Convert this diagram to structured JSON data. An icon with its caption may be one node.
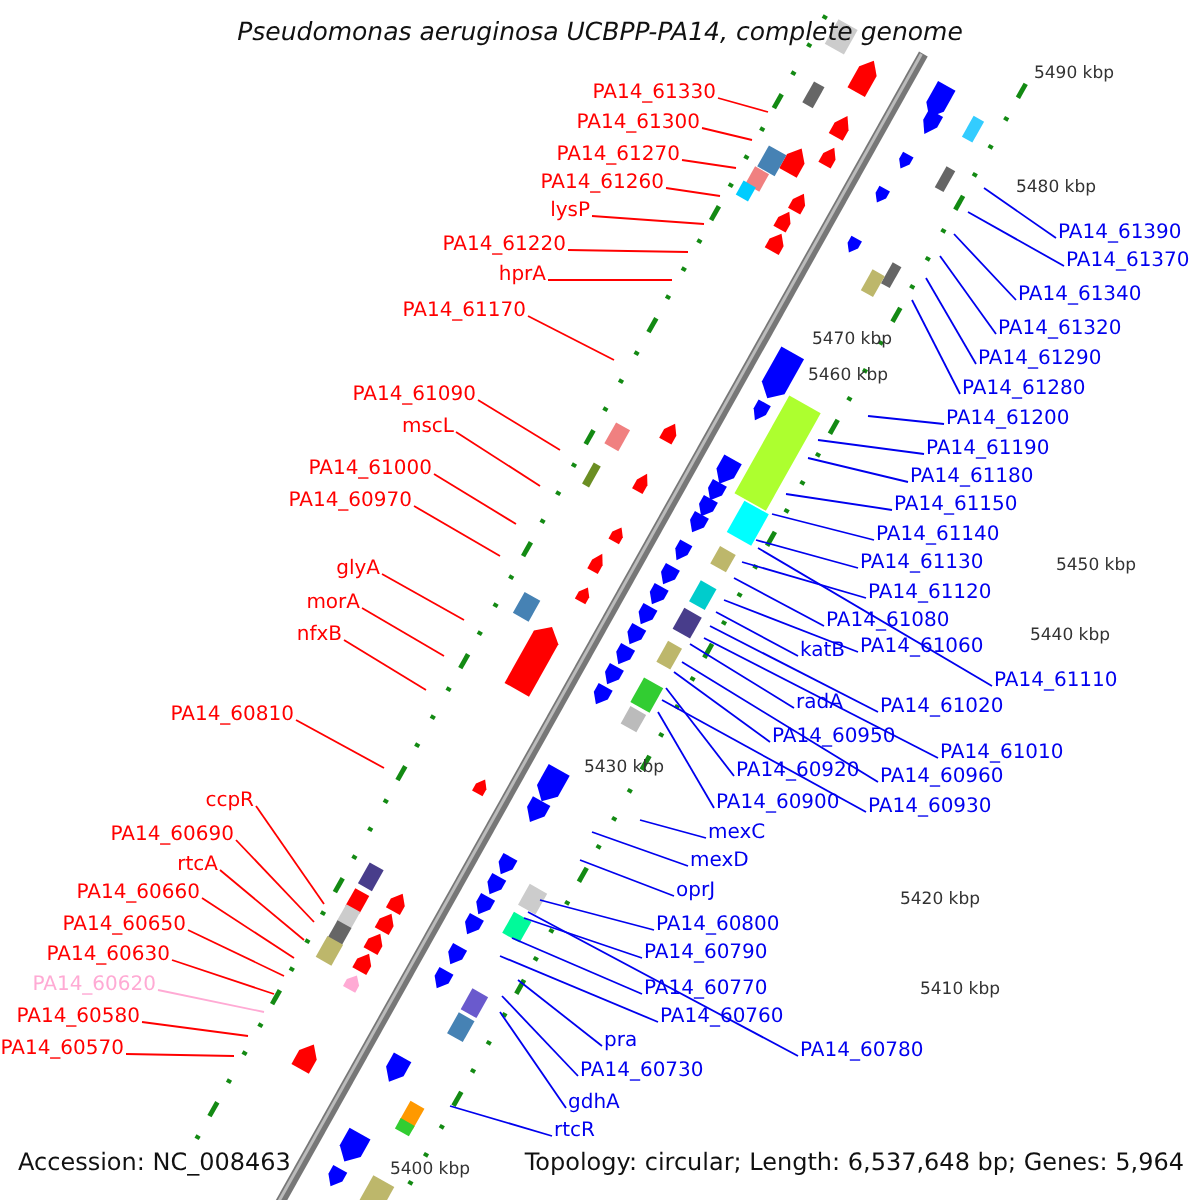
{
  "diagram": {
    "title": "Pseudomonas aeruginosa UCBPP-PA14, complete genome",
    "nodes": [
      {
        "text": [
          "PA14_61330"
        ]
      },
      {
        "text": [
          "PA14_61300"
        ]
      },
      {
        "text": [
          "PA14_61270"
        ]
      },
      {
        "text": [
          "PA14_61260"
        ]
      },
      {
        "text": [
          "lysP"
        ]
      },
      {
        "text": [
          "PA14_61220"
        ]
      },
      {
        "text": [
          "hprA"
        ]
      },
      {
        "text": [
          "PA14_61170"
        ]
      },
      {
        "text": [
          "PA14_61090"
        ]
      },
      {
        "text": [
          "mscL"
        ]
      },
      {
        "text": [
          "PA14_61000"
        ]
      },
      {
        "text": [
          "PA14_60970"
        ]
      },
      {
        "text": [
          "glyA"
        ]
      },
      {
        "text": [
          "morA"
        ]
      },
      {
        "text": [
          "nfxB"
        ]
      },
      {
        "text": [
          "PA14_60810"
        ]
      },
      {
        "text": [
          "ccpR"
        ]
      },
      {
        "text": [
          "PA14_60690"
        ]
      },
      {
        "text": [
          "rtcA"
        ]
      },
      {
        "text": [
          "PA14_60660"
        ]
      },
      {
        "text": [
          "PA14_60650"
        ]
      },
      {
        "text": [
          "PA14_60630"
        ]
      },
      {
        "text": [
          "PA14_60620"
        ]
      },
      {
        "text": [
          "PA14_60580"
        ]
      },
      {
        "text": [
          "PA14_60570"
        ]
      },
      {
        "text": [
          "PA14_61390"
        ]
      },
      {
        "text": [
          "PA14_61370"
        ]
      },
      {
        "text": [
          "PA14_61340"
        ]
      },
      {
        "text": [
          "PA14_61320"
        ]
      },
      {
        "text": [
          "PA14_61290"
        ]
      },
      {
        "text": [
          "PA14_61280"
        ]
      },
      {
        "text": [
          "PA14_61200"
        ]
      },
      {
        "text": [
          "PA14_61190"
        ]
      },
      {
        "text": [
          "PA14_61180"
        ]
      },
      {
        "text": [
          "PA14_61150"
        ]
      },
      {
        "text": [
          "PA14_61140"
        ]
      },
      {
        "text": [
          "PA14_61130"
        ]
      },
      {
        "text": [
          "PA14_61120"
        ]
      },
      {
        "text": [
          "PA14_61080"
        ]
      },
      {
        "text": [
          "katB"
        ]
      },
      {
        "text": [
          "PA14_61060"
        ]
      },
      {
        "text": [
          "PA14_61110"
        ]
      },
      {
        "text": [
          "radA"
        ]
      },
      {
        "text": [
          "PA14_61020"
        ]
      },
      {
        "text": [
          "PA14_60950"
        ]
      },
      {
        "text": [
          "PA14_61010"
        ]
      },
      {
        "text": [
          "PA14_60920"
        ]
      },
      {
        "text": [
          "PA14_60960"
        ]
      },
      {
        "text": [
          "PA14_60900"
        ]
      },
      {
        "text": [
          "PA14_60930"
        ]
      },
      {
        "text": [
          "mexC"
        ]
      },
      {
        "text": [
          "mexD"
        ]
      },
      {
        "text": [
          "oprJ"
        ]
      },
      {
        "text": [
          "PA14_60800"
        ]
      },
      {
        "text": [
          "PA14_60790"
        ]
      },
      {
        "text": [
          "PA14_60770"
        ]
      },
      {
        "text": [
          "PA14_60760"
        ]
      },
      {
        "text": [
          "PA14_60780"
        ]
      },
      {
        "text": [
          "pra"
        ]
      },
      {
        "text": [
          "PA14_60730"
        ]
      },
      {
        "text": [
          "gdhA"
        ]
      },
      {
        "text": [
          "rtcR"
        ]
      }
    ],
    "edges": [
      {
        "from": 0,
        "to": null,
        "arrow": "none",
        "color": "#ff0000"
      },
      {
        "from": 1,
        "to": null,
        "arrow": "none",
        "color": "#ff0000"
      },
      {
        "from": 2,
        "to": null,
        "arrow": "none",
        "color": "#ff0000"
      },
      {
        "from": 3,
        "to": null,
        "arrow": "none",
        "color": "#ff0000"
      },
      {
        "from": 4,
        "to": null,
        "arrow": "none",
        "color": "#ff0000"
      },
      {
        "from": 5,
        "to": null,
        "arrow": "none",
        "color": "#ff0000"
      },
      {
        "from": 6,
        "to": null,
        "arrow": "none",
        "color": "#ff0000"
      },
      {
        "from": 7,
        "to": null,
        "arrow": "none",
        "color": "#ff0000"
      },
      {
        "from": 8,
        "to": null,
        "arrow": "none",
        "color": "#ff0000"
      },
      {
        "from": 9,
        "to": null,
        "arrow": "none",
        "color": "#ff0000"
      },
      {
        "from": 10,
        "to": null,
        "arrow": "none",
        "color": "#ff0000"
      },
      {
        "from": 11,
        "to": null,
        "arrow": "none",
        "color": "#ff0000"
      },
      {
        "from": 12,
        "to": null,
        "arrow": "none",
        "color": "#ff0000"
      },
      {
        "from": 13,
        "to": null,
        "arrow": "none",
        "color": "#ff0000"
      },
      {
        "from": 14,
        "to": null,
        "arrow": "none",
        "color": "#ff0000"
      },
      {
        "from": 15,
        "to": null,
        "arrow": "none",
        "color": "#ff0000"
      },
      {
        "from": 16,
        "to": null,
        "arrow": "none",
        "color": "#ff0000"
      },
      {
        "from": 17,
        "to": null,
        "arrow": "none",
        "color": "#ff0000"
      },
      {
        "from": 18,
        "to": null,
        "arrow": "none",
        "color": "#ff0000"
      },
      {
        "from": 19,
        "to": null,
        "arrow": "none",
        "color": "#ff0000"
      },
      {
        "from": 20,
        "to": null,
        "arrow": "none",
        "color": "#ff0000"
      },
      {
        "from": 21,
        "to": null,
        "arrow": "none",
        "color": "#ff0000"
      },
      {
        "from": 22,
        "to": null,
        "arrow": "none",
        "color": "#ffaad4"
      },
      {
        "from": 23,
        "to": null,
        "arrow": "none",
        "color": "#ff0000"
      },
      {
        "from": 24,
        "to": null,
        "arrow": "none",
        "color": "#ff0000"
      },
      {
        "from": 25,
        "to": null,
        "arrow": "none"
      },
      {
        "from": 26,
        "to": null,
        "arrow": "none"
      },
      {
        "from": 27,
        "to": null,
        "arrow": "none"
      },
      {
        "from": 28,
        "to": null,
        "arrow": "none"
      },
      {
        "from": 29,
        "to": null,
        "arrow": "none"
      },
      {
        "from": 30,
        "to": null,
        "arrow": "none"
      },
      {
        "from": 31,
        "to": null,
        "arrow": "none"
      },
      {
        "from": 32,
        "to": null,
        "arrow": "none"
      },
      {
        "from": 33,
        "to": null,
        "arrow": "none"
      },
      {
        "from": 34,
        "to": null,
        "arrow": "none"
      },
      {
        "from": 35,
        "to": null,
        "arrow": "none"
      },
      {
        "from": 36,
        "to": null,
        "arrow": "none"
      },
      {
        "from": 37,
        "to": null,
        "arrow": "none"
      },
      {
        "from": 38,
        "to": null,
        "arrow": "none"
      },
      {
        "from": 39,
        "to": null,
        "arrow": "none"
      },
      {
        "from": 40,
        "to": null,
        "arrow": "none"
      },
      {
        "from": 41,
        "to": null,
        "arrow": "none"
      },
      {
        "from": 42,
        "to": null,
        "arrow": "none"
      },
      {
        "from": 43,
        "to": null,
        "arrow": "none"
      },
      {
        "from": 44,
        "to": null,
        "arrow": "none"
      },
      {
        "from": 45,
        "to": null,
        "arrow": "none"
      },
      {
        "from": 46,
        "to": null,
        "arrow": "none"
      },
      {
        "from": 47,
        "to": null,
        "arrow": "none"
      },
      {
        "from": 48,
        "to": null,
        "arrow": "none"
      },
      {
        "from": 49,
        "to": null,
        "arrow": "none"
      },
      {
        "from": 50,
        "to": null,
        "arrow": "none"
      },
      {
        "from": 51,
        "to": null,
        "arrow": "none"
      },
      {
        "from": 52,
        "to": null,
        "arrow": "none"
      },
      {
        "from": 53,
        "to": null,
        "arrow": "none"
      },
      {
        "from": 54,
        "to": null,
        "arrow": "none"
      },
      {
        "from": 55,
        "to": null,
        "arrow": "none"
      },
      {
        "from": 56,
        "to": null,
        "arrow": "none"
      },
      {
        "from": 57,
        "to": null,
        "arrow": "none"
      },
      {
        "from": 58,
        "to": null,
        "arrow": "none"
      },
      {
        "from": 59,
        "to": null,
        "arrow": "none"
      },
      {
        "from": 60,
        "to": null,
        "arrow": "none"
      },
      {
        "from": 61,
        "to": null,
        "arrow": "none"
      }
    ],
    "labels": [
      "5490 kbp",
      "5480 kbp",
      "5470 kbp",
      "5460 kbp",
      "5450 kbp",
      "5440 kbp",
      "5430 kbp",
      "5420 kbp",
      "5410 kbp",
      "5400 kbp",
      "Accession: NC_008463",
      "Topology: circular; Length: 6,537,648 bp; Genes: 5,964"
    ]
  }
}
